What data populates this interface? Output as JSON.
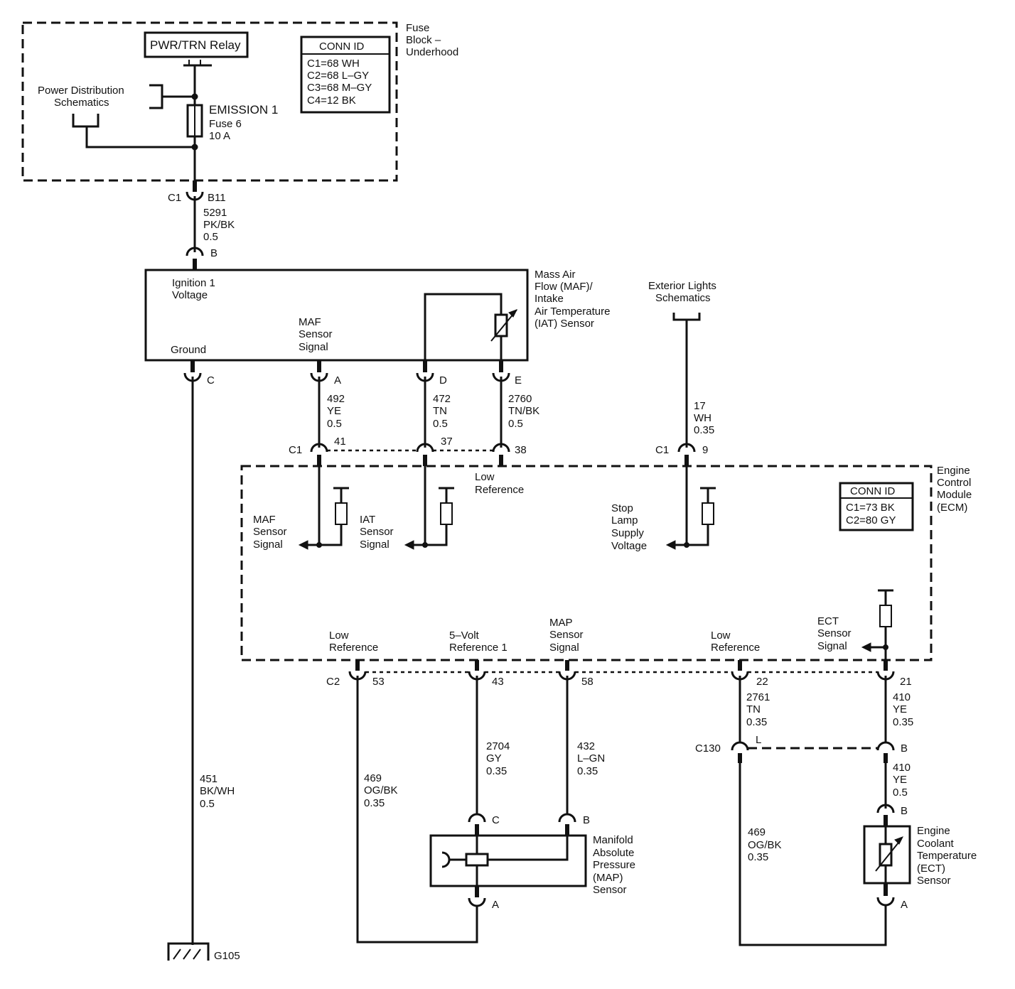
{
  "fuse_block": {
    "title": [
      "Fuse",
      "Block –",
      "Underhood"
    ],
    "relay": "PWR/TRN Relay",
    "power_distribution": [
      "Power Distribution",
      "Schematics"
    ],
    "fuse_name": "EMISSION 1",
    "fuse_number": "Fuse 6",
    "fuse_rating": "10 A",
    "conn_id": {
      "title": "CONN ID",
      "rows": [
        "C1=68 WH",
        "C2=68 L–GY",
        "C3=68 M–GY",
        "C4=12 BK"
      ]
    }
  },
  "fuse_output": {
    "connector": "C1",
    "pin": "B11",
    "wire": [
      "5291",
      "PK/BK",
      "0.5"
    ]
  },
  "maf_sensor": {
    "title": [
      "Mass Air",
      "Flow (MAF)/",
      "Intake",
      "Air Temperature",
      "(IAT) Sensor"
    ],
    "ignition": [
      "Ignition 1",
      "Voltage"
    ],
    "ground": "Ground",
    "maf_signal": [
      "MAF",
      "Sensor",
      "Signal"
    ],
    "pins": {
      "B": "B",
      "C": "C",
      "A": "A",
      "D": "D",
      "E": "E"
    }
  },
  "maf_wires": {
    "a": [
      "492",
      "YE",
      "0.5"
    ],
    "d": [
      "472",
      "TN",
      "0.5"
    ],
    "e": [
      "2760",
      "TN/BK",
      "0.5"
    ]
  },
  "exterior_lights": {
    "label": [
      "Exterior Lights",
      "Schematics"
    ],
    "wire": [
      "17",
      "WH",
      "0.35"
    ]
  },
  "ecm_c1": {
    "connector": "C1",
    "pins": [
      "41",
      "37",
      "38"
    ],
    "connector_stop": "C1",
    "pin_stop": "9"
  },
  "ecm": {
    "title": [
      "Engine",
      "Control",
      "Module",
      "(ECM)"
    ],
    "conn_id": {
      "title": "CONN ID",
      "rows": [
        "C1=73 BK",
        "C2=80 GY"
      ]
    },
    "low_reference_top": [
      "Low",
      "Reference"
    ],
    "maf_signal": [
      "MAF",
      "Sensor",
      "Signal"
    ],
    "iat_signal": [
      "IAT",
      "Sensor",
      "Signal"
    ],
    "stop_lamp": [
      "Stop",
      "Lamp",
      "Supply",
      "Voltage"
    ],
    "low_reference_1": [
      "Low",
      "Reference"
    ],
    "five_volt": [
      "5–Volt",
      "Reference 1"
    ],
    "map_signal": [
      "MAP",
      "Sensor",
      "Signal"
    ],
    "low_reference_2": [
      "Low",
      "Reference"
    ],
    "ect_signal": [
      "ECT",
      "Sensor",
      "Signal"
    ]
  },
  "ecm_c2": {
    "connector": "C2",
    "pins": [
      "53",
      "43",
      "58",
      "22",
      "21"
    ]
  },
  "lower_wires": {
    "ground": [
      "451",
      "BK/WH",
      "0.5"
    ],
    "map_low": [
      "469",
      "OG/BK",
      "0.35"
    ],
    "map_5v": [
      "2704",
      "GY",
      "0.35"
    ],
    "map_sig": [
      "432",
      "L–GN",
      "0.35"
    ],
    "ect_low": [
      "2761",
      "TN",
      "0.35"
    ],
    "ect_sig": [
      "410",
      "YE",
      "0.35"
    ],
    "ect_low2": [
      "469",
      "OG/BK",
      "0.35"
    ],
    "ect_sig2": [
      "410",
      "YE",
      "0.5"
    ]
  },
  "c130": {
    "connector": "C130",
    "pin_left": "L",
    "pin_right": "B"
  },
  "map_sensor": {
    "title": [
      "Manifold",
      "Absolute",
      "Pressure",
      "(MAP)",
      "Sensor"
    ],
    "pins": {
      "C": "C",
      "B": "B",
      "A": "A"
    }
  },
  "ect_sensor": {
    "title": [
      "Engine",
      "Coolant",
      "Temperature",
      "(ECT)",
      "Sensor"
    ],
    "pins": {
      "B": "B",
      "A": "A"
    }
  },
  "ground_point": "G105"
}
